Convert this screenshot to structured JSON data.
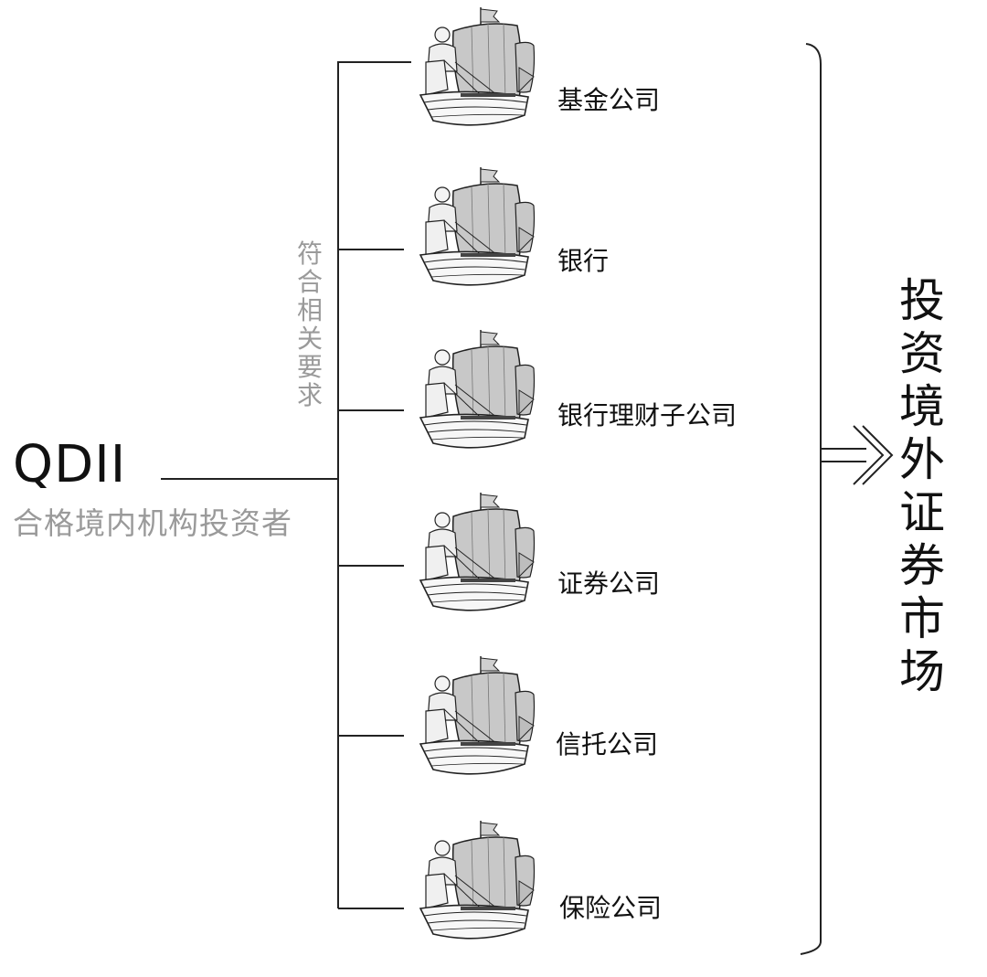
{
  "qdii": {
    "title": "QDII",
    "subtitle": "合格境内机构投资者"
  },
  "requirement_label": "符合相关要求",
  "institutions": [
    {
      "label": "基金公司"
    },
    {
      "label": "银行"
    },
    {
      "label": "银行理财子公司"
    },
    {
      "label": "证券公司"
    },
    {
      "label": "信托公司"
    },
    {
      "label": "保险公司"
    }
  ],
  "target": "投资境外证券市场",
  "icons": {
    "institution_icon": "sailing-ship-icon",
    "arrow_icon": "double-arrow-right-icon"
  },
  "colors": {
    "text": "#111111",
    "muted": "#9a9a9a",
    "line": "#222222",
    "sail": "#c8c8c8"
  }
}
